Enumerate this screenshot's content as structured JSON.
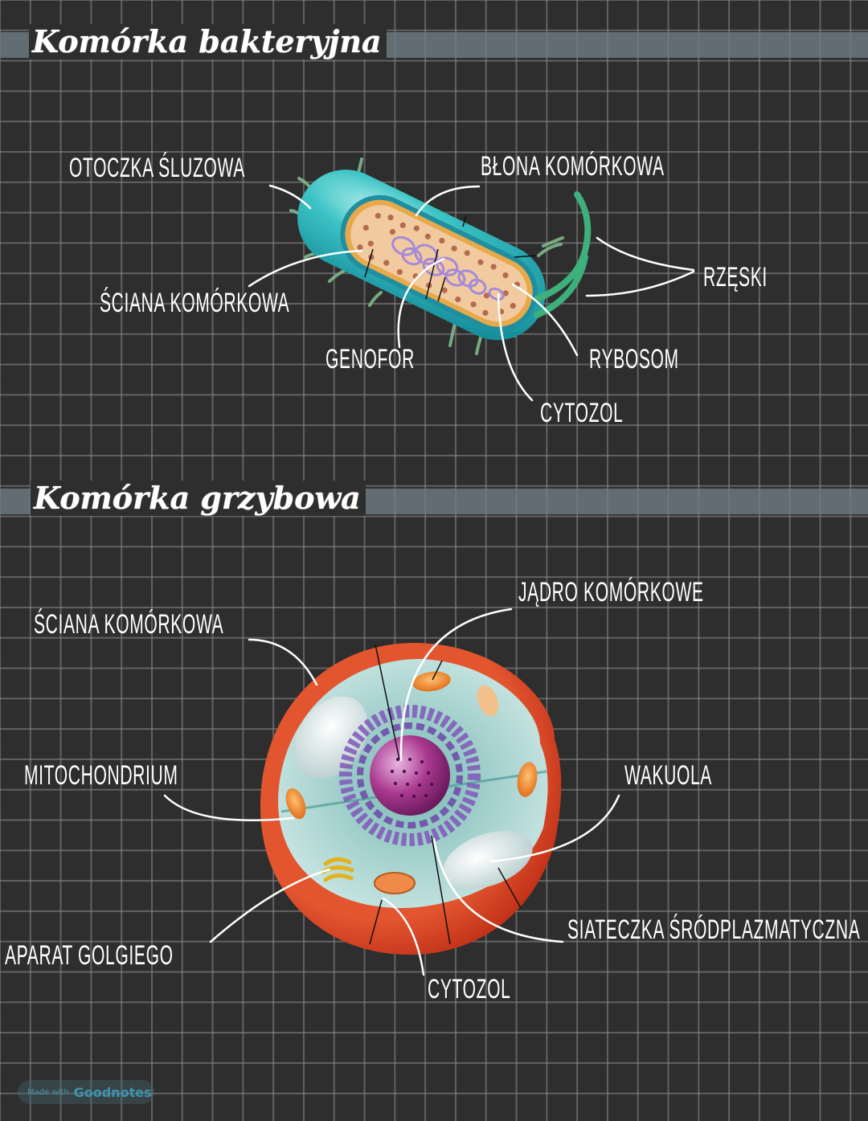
{
  "sections": [
    {
      "title": "Komórka bakteryjna",
      "labels": {
        "otoczka": "OTOCZKA ŚLUZOWA",
        "blona": "BŁONA KOMÓRKOWA",
        "rzeski": "RZĘSKI",
        "sciana": "ŚCIANA KOMÓRKOWA",
        "genofor": "GENOFOR",
        "rybosom": "RYBOSOM",
        "cytozol": "CYTOZOL"
      }
    },
    {
      "title": "Komórka grzybowa",
      "labels": {
        "sciana": "ŚCIANA KOMÓRKOWA",
        "jadro": "JĄDRO KOMÓRKOWE",
        "mitochondrium": "MITOCHONDRIUM",
        "wakuola": "WAKUOLA",
        "siateczka": "SIATECZKA ŚRÓDPLAZMATYCZNA",
        "golgi": "APARAT GOLGIEGO",
        "cytozol": "CYTOZOL"
      }
    }
  ],
  "watermark": {
    "prefix": "Made with",
    "brand": "Goodnotes"
  },
  "colors": {
    "background": "#2e2e2e",
    "grid": "#8c8c8c",
    "band": "#707e86",
    "text": "#ffffff",
    "bacteria_capsule": "#2bb7b8",
    "bacteria_wall": "#1f8fa0",
    "bacteria_membrane": "#e8a94a",
    "bacteria_cytoplasm": "#f0c89a",
    "genophore": "#a88ad8",
    "ribosome": "#b06a4a",
    "flagellum": "#3fb07a",
    "fungal_wall": "#d8391c",
    "fungal_cytoplasm": "#a9d6d2",
    "nucleus": "#a3338f",
    "mitochondrion": "#f08a28",
    "golgi": "#f2cf2b",
    "vacuole": "#e6eeee"
  }
}
